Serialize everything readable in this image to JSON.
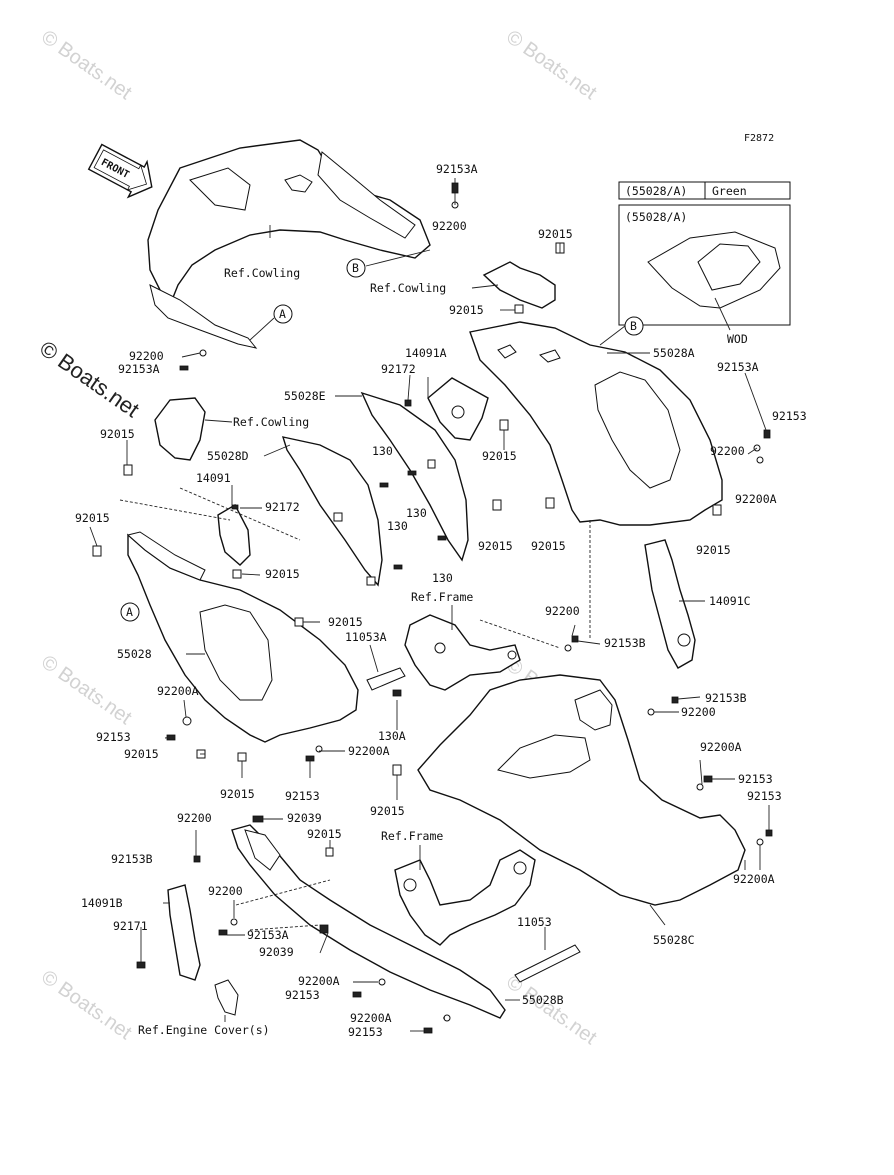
{
  "figure_code": "F2872",
  "front_arrow_label": "FRONT",
  "color_table": {
    "part": "(55028/A)",
    "color": "Green"
  },
  "inset": {
    "part": "(55028/A)",
    "code": "WOD"
  },
  "callouts": {
    "A": "A",
    "B": "B"
  },
  "watermarks": {
    "text": "© Boats.net"
  },
  "labels": {
    "l92153A_top": "92153A",
    "l92200_top": "92200",
    "refCowling1": "Ref.Cowling",
    "refCowling2": "Ref.Cowling",
    "refCowling3": "Ref.Cowling",
    "l92015_a": "92015",
    "l92015_b": "92015",
    "l92200_left": "92200",
    "l92153A_left": "92153A",
    "l14091A": "14091A",
    "l92172_a": "92172",
    "l55028A": "55028A",
    "l92153A_right": "92153A",
    "l55028E": "55028E",
    "l92153_r1": "92153",
    "l92200_r1": "92200",
    "l92200A_r1": "92200A",
    "l92015_c": "92015",
    "l55028D": "55028D",
    "l130_a": "130",
    "l130_b": "130",
    "l130_c": "130",
    "l130_d": "130",
    "l14091": "14091",
    "l92172_b": "92172",
    "l92015_d": "92015",
    "l92015_e": "92015",
    "l92015_f": "92015",
    "l92015_g": "92015",
    "l92015_h": "92015",
    "l92015_i": "92015",
    "refFrame1": "Ref.Frame",
    "l92200_m": "92200",
    "l92153B_m": "92153B",
    "l14091C": "14091C",
    "l11053A": "11053A",
    "l55028": "55028",
    "l92200A_l": "92200A",
    "l92153_l": "92153",
    "l92015_j": "92015",
    "l92015_k": "92015",
    "l92200A_m": "92200A",
    "l92153_m": "92153",
    "l130A": "130A",
    "l92015_l": "92015",
    "l92153B_r": "92153B",
    "l92200_r2": "92200",
    "l92200A_r2": "92200A",
    "l92153_r2": "92153",
    "l92153_r3": "92153",
    "l92200A_r3": "92200A",
    "l92200_b": "92200",
    "l92039_a": "92039",
    "l92015_m": "92015",
    "refFrame2": "Ref.Frame",
    "l92153B_b": "92153B",
    "l14091B": "14091B",
    "l92200_c": "92200",
    "l92171": "92171",
    "l92153A_b": "92153A",
    "l92039_b": "92039",
    "l11053": "11053",
    "l55028C": "55028C",
    "l92200A_b": "92200A",
    "l92153_b1": "92153",
    "l55028B": "55028B",
    "l92200A_c": "92200A",
    "l92153_b2": "92153",
    "refEngineCover": "Ref.Engine Cover(s)"
  }
}
